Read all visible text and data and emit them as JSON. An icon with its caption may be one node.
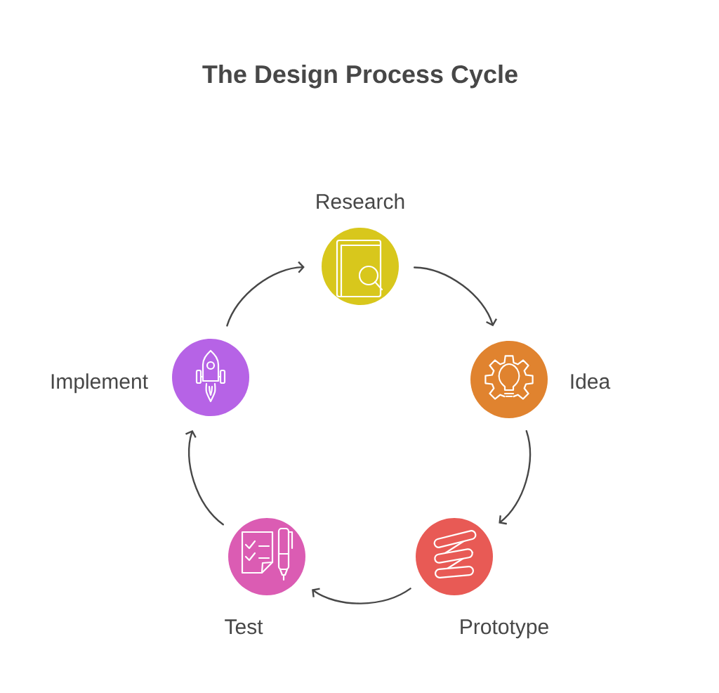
{
  "diagram": {
    "title": "The Design Process Cycle",
    "nodes": [
      {
        "text": [
          "Research"
        ]
      },
      {
        "text": [
          "Idea"
        ]
      },
      {
        "text": [
          "Prototype"
        ]
      },
      {
        "text": [
          "Test"
        ]
      },
      {
        "text": [
          "Implement"
        ]
      }
    ],
    "edges": [
      {
        "from": 0,
        "to": 1,
        "arrow": "to"
      },
      {
        "from": 1,
        "to": 2,
        "arrow": "to"
      },
      {
        "from": 2,
        "to": 3,
        "arrow": "to"
      },
      {
        "from": 3,
        "to": 4,
        "arrow": "to"
      },
      {
        "from": 4,
        "to": 0,
        "arrow": "to"
      }
    ]
  }
}
